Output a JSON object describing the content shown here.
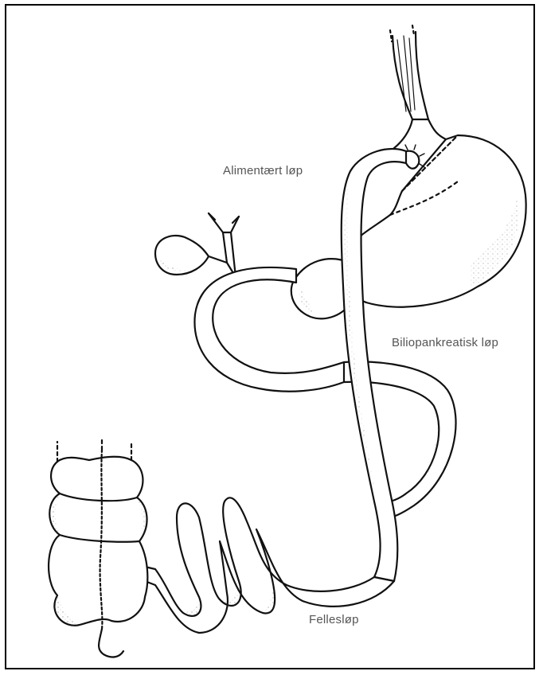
{
  "labels": {
    "alimentary_limb": "Alimentært løp",
    "biliopancreatic_limb": "Biliopankreatisk løp",
    "common_channel": "Fellesløp"
  },
  "colors": {
    "ink": "#111111",
    "label": "#555555",
    "tissue": "#ffffff",
    "frame": "#000000"
  }
}
